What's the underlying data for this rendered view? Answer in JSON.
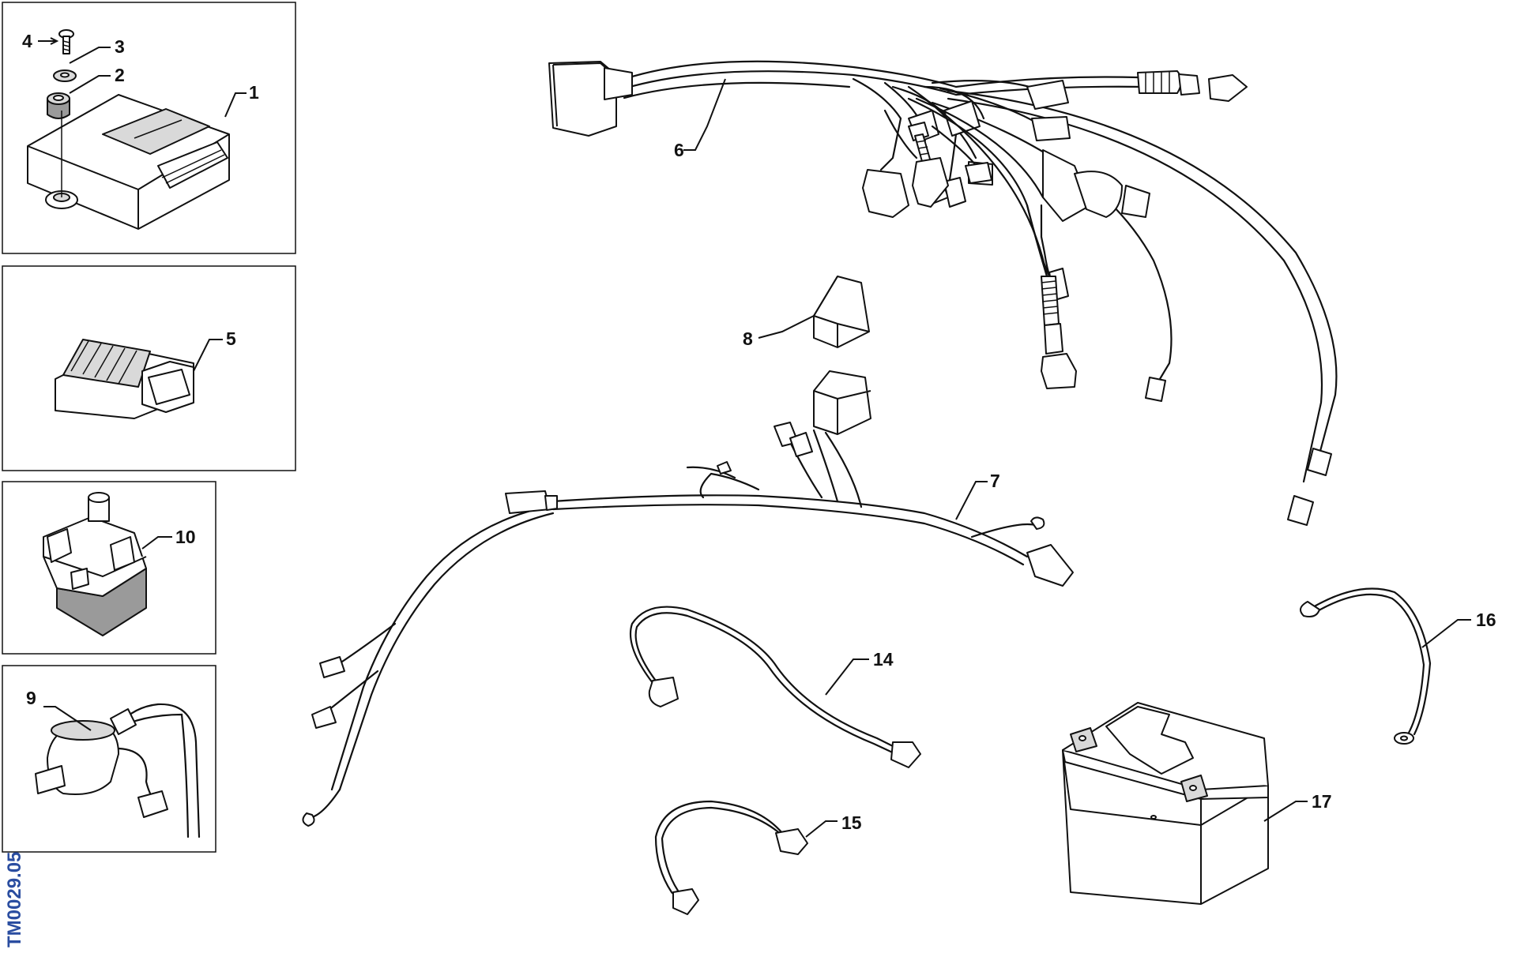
{
  "drawing_code": "TM0029.05",
  "colors": {
    "line": "#111111",
    "code": "#2a4da0",
    "shade": "#d9d9d9",
    "dark": "#9a9a9a"
  },
  "callouts": {
    "c1": "1",
    "c2": "2",
    "c3": "3",
    "c4": "4",
    "c5": "5",
    "c6": "6",
    "c7": "7",
    "c8": "8",
    "c9": "9",
    "c10": "10",
    "c14": "14",
    "c15": "15",
    "c16": "16",
    "c17": "17"
  }
}
